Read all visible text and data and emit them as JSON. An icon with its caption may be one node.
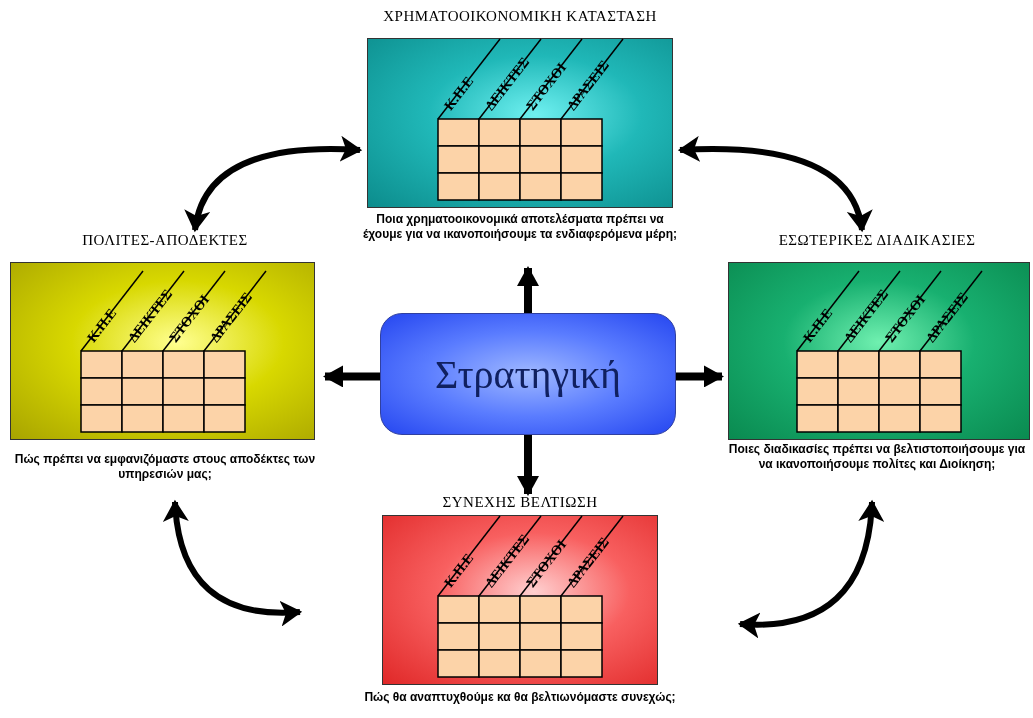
{
  "diagram": {
    "nodes": [
      {
        "text": [
          "Στρατηγική"
        ]
      },
      {
        "text": [
          "ΧΡΗΜΑΤΟΟΙΚΟΝΟΜΙΚΗ ΚΑΤΑΣΤΑΣΗ",
          "Ποια χρηματοοικονομικά αποτελέσματα πρέπει να έχουμε για να ικανοποιήσουμε τα ενδιαφερόμενα μέρη;"
        ]
      },
      {
        "text": [
          "ΠΟΛΙΤΕΣ-ΑΠΟΔΕΚΤΕΣ",
          "Πώς πρέπει να εμφανιζόμαστε στους αποδέκτες των υπηρεσιών μας;"
        ]
      },
      {
        "text": [
          "ΕΣΩΤΕΡΙΚΕΣ ΔΙΑΔΙΚΑΣΙΕΣ",
          "Ποιες διαδικασίες πρέπει να βελτιστοποιήσουμε για να ικανοποιήσουμε πολίτες και Διοίκηση;"
        ]
      },
      {
        "text": [
          "ΣΥΝΕΧΗΣ ΒΕΛΤΙΩΣΗ",
          "Πώς θα αναπτυχθούμε κα θα βελτιωνόμαστε συνεχώς;"
        ]
      }
    ],
    "edges": [
      {
        "from": 0,
        "to": 1,
        "arrow": "to"
      },
      {
        "from": 0,
        "to": 2,
        "arrow": "to"
      },
      {
        "from": 0,
        "to": 3,
        "arrow": "to"
      },
      {
        "from": 0,
        "to": 4,
        "arrow": "to"
      },
      {
        "from": 2,
        "to": 1,
        "arrow": "both"
      },
      {
        "from": 1,
        "to": 3,
        "arrow": "both"
      },
      {
        "from": 2,
        "to": 4,
        "arrow": "both"
      },
      {
        "from": 3,
        "to": 4,
        "arrow": "both"
      }
    ],
    "labels": [
      "Κ.Π.Ε",
      "ΔΕΙΚΤΕΣ",
      "ΣΤΟΧΟΙ",
      "ΔΡΑΣΕΙΣ",
      "Κ.Π.Ε",
      "ΔΕΙΚΤΕΣ",
      "ΣΤΟΧΟΙ",
      "ΔΡΑΣΕΙΣ",
      "Κ.Π.Ε",
      "ΔΕΙΚΤΕΣ",
      "ΣΤΟΧΟΙ",
      "ΔΡΑΣΕΙΣ",
      "Κ.Π.Ε",
      "ΔΕΙΚΤΕΣ",
      "ΣΤΟΧΟΙ",
      "ΔΡΑΣΕΙΣ"
    ]
  }
}
